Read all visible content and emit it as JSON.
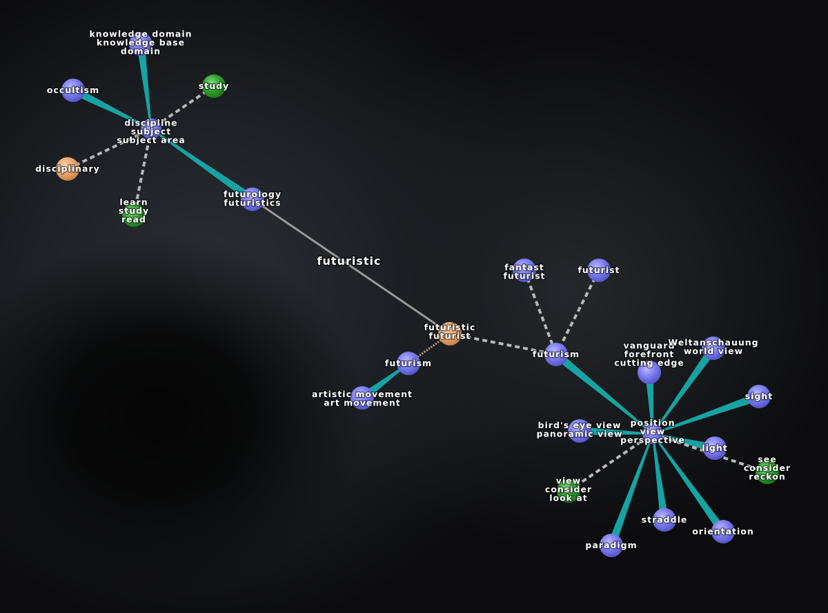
{
  "graph": {
    "center_label": "futuristic",
    "colors": {
      "blue": "#7b7bf0",
      "green": "#2fa02f",
      "orange": "#eea66e",
      "teal_edge": "#16a3a3",
      "dashed_edge": "#b8b8b8",
      "main_edge": "#9a9a9a",
      "link_edge": "#c9a27a"
    },
    "nodes": [
      {
        "id": "kd",
        "color": "blue",
        "lines": [
          "knowledge domain",
          "knowledge base",
          "domain"
        ]
      },
      {
        "id": "occ",
        "color": "blue",
        "lines": [
          "occultism"
        ]
      },
      {
        "id": "study",
        "color": "green",
        "lines": [
          "study"
        ]
      },
      {
        "id": "disc",
        "color": "blue",
        "lines": [
          "discipline",
          "subject",
          "subject area"
        ]
      },
      {
        "id": "discy",
        "color": "orange",
        "lines": [
          "disciplinary"
        ]
      },
      {
        "id": "learn",
        "color": "green",
        "lines": [
          "learn",
          "study",
          "read"
        ]
      },
      {
        "id": "fut",
        "color": "blue",
        "lines": [
          "futurology",
          "futuristics"
        ]
      },
      {
        "id": "ff",
        "color": "orange",
        "lines": [
          "futuristic",
          "futurist"
        ]
      },
      {
        "id": "fm1",
        "color": "blue",
        "lines": [
          "futurism"
        ]
      },
      {
        "id": "art",
        "color": "blue",
        "lines": [
          "artistic movement",
          "art movement"
        ]
      },
      {
        "id": "fantast",
        "color": "blue",
        "lines": [
          "fantast",
          "futurist"
        ]
      },
      {
        "id": "futurist",
        "color": "blue",
        "lines": [
          "futurist"
        ]
      },
      {
        "id": "fm2",
        "color": "blue",
        "lines": [
          "futurism"
        ]
      },
      {
        "id": "van",
        "color": "blue",
        "lines": [
          "vanguard",
          "forefront",
          "cutting edge"
        ]
      },
      {
        "id": "welt",
        "color": "blue",
        "lines": [
          "Weltanschauung",
          "world view"
        ]
      },
      {
        "id": "sight",
        "color": "blue",
        "lines": [
          "sight"
        ]
      },
      {
        "id": "pos",
        "color": "blue",
        "lines": [
          "position",
          "view",
          "perspective"
        ]
      },
      {
        "id": "bird",
        "color": "blue",
        "lines": [
          "bird's eye view",
          "panoramic view"
        ]
      },
      {
        "id": "light",
        "color": "blue",
        "lines": [
          "light"
        ]
      },
      {
        "id": "see",
        "color": "green",
        "lines": [
          "see",
          "consider",
          "reckon"
        ]
      },
      {
        "id": "view",
        "color": "green",
        "lines": [
          "view",
          "consider",
          "look at"
        ]
      },
      {
        "id": "straddle",
        "color": "blue",
        "lines": [
          "straddle"
        ]
      },
      {
        "id": "orient",
        "color": "blue",
        "lines": [
          "orientation"
        ]
      },
      {
        "id": "paradigm",
        "color": "blue",
        "lines": [
          "paradigm"
        ]
      }
    ],
    "edges": [
      {
        "from": "kd",
        "to": "disc",
        "style": "teal"
      },
      {
        "from": "occ",
        "to": "disc",
        "style": "teal"
      },
      {
        "from": "study",
        "to": "disc",
        "style": "dashed"
      },
      {
        "from": "discy",
        "to": "disc",
        "style": "dashed"
      },
      {
        "from": "learn",
        "to": "disc",
        "style": "dashed"
      },
      {
        "from": "fut",
        "to": "disc",
        "style": "teal"
      },
      {
        "from": "fut",
        "to": "ff",
        "style": "main"
      },
      {
        "from": "fm1",
        "to": "ff",
        "style": "link"
      },
      {
        "from": "art",
        "to": "fm1",
        "style": "teal"
      },
      {
        "from": "ff",
        "to": "fm2",
        "style": "dashed"
      },
      {
        "from": "fantast",
        "to": "fm2",
        "style": "dashed"
      },
      {
        "from": "futurist",
        "to": "fm2",
        "style": "dashed"
      },
      {
        "from": "fm2",
        "to": "pos",
        "style": "teal"
      },
      {
        "from": "van",
        "to": "pos",
        "style": "teal"
      },
      {
        "from": "welt",
        "to": "pos",
        "style": "teal"
      },
      {
        "from": "sight",
        "to": "pos",
        "style": "teal"
      },
      {
        "from": "bird",
        "to": "pos",
        "style": "teal"
      },
      {
        "from": "light",
        "to": "pos",
        "style": "teal"
      },
      {
        "from": "see",
        "to": "pos",
        "style": "dashed"
      },
      {
        "from": "view",
        "to": "pos",
        "style": "dashed"
      },
      {
        "from": "straddle",
        "to": "pos",
        "style": "teal"
      },
      {
        "from": "orient",
        "to": "pos",
        "style": "teal"
      },
      {
        "from": "paradigm",
        "to": "pos",
        "style": "teal"
      }
    ]
  }
}
